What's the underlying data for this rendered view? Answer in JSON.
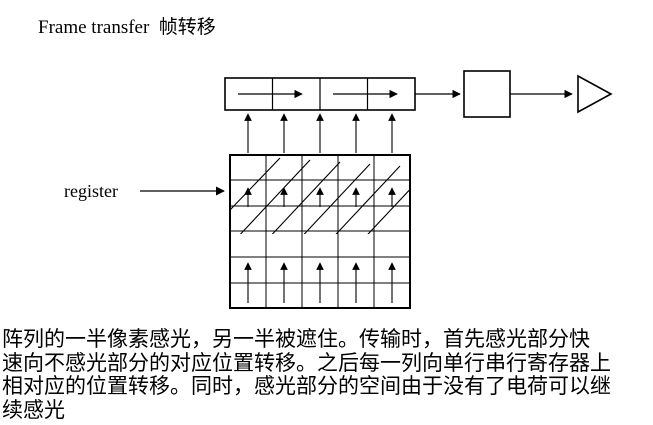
{
  "title": "Frame transfer  帧转移",
  "labels": {
    "register": "register"
  },
  "diagram": {
    "colors": {
      "ink": "#000000",
      "background": "#ffffff"
    }
  },
  "caption": {
    "lines": [
      "阵列的一半像素感光，另一半被遮住。传输时，首先感光部分快",
      "速向不感光部分的对应位置转移。之后每一列向单行串行寄存器上",
      "相对应的位置转移。同时，感光部分的空间由于没有了电荷可以继",
      "续感光"
    ]
  }
}
